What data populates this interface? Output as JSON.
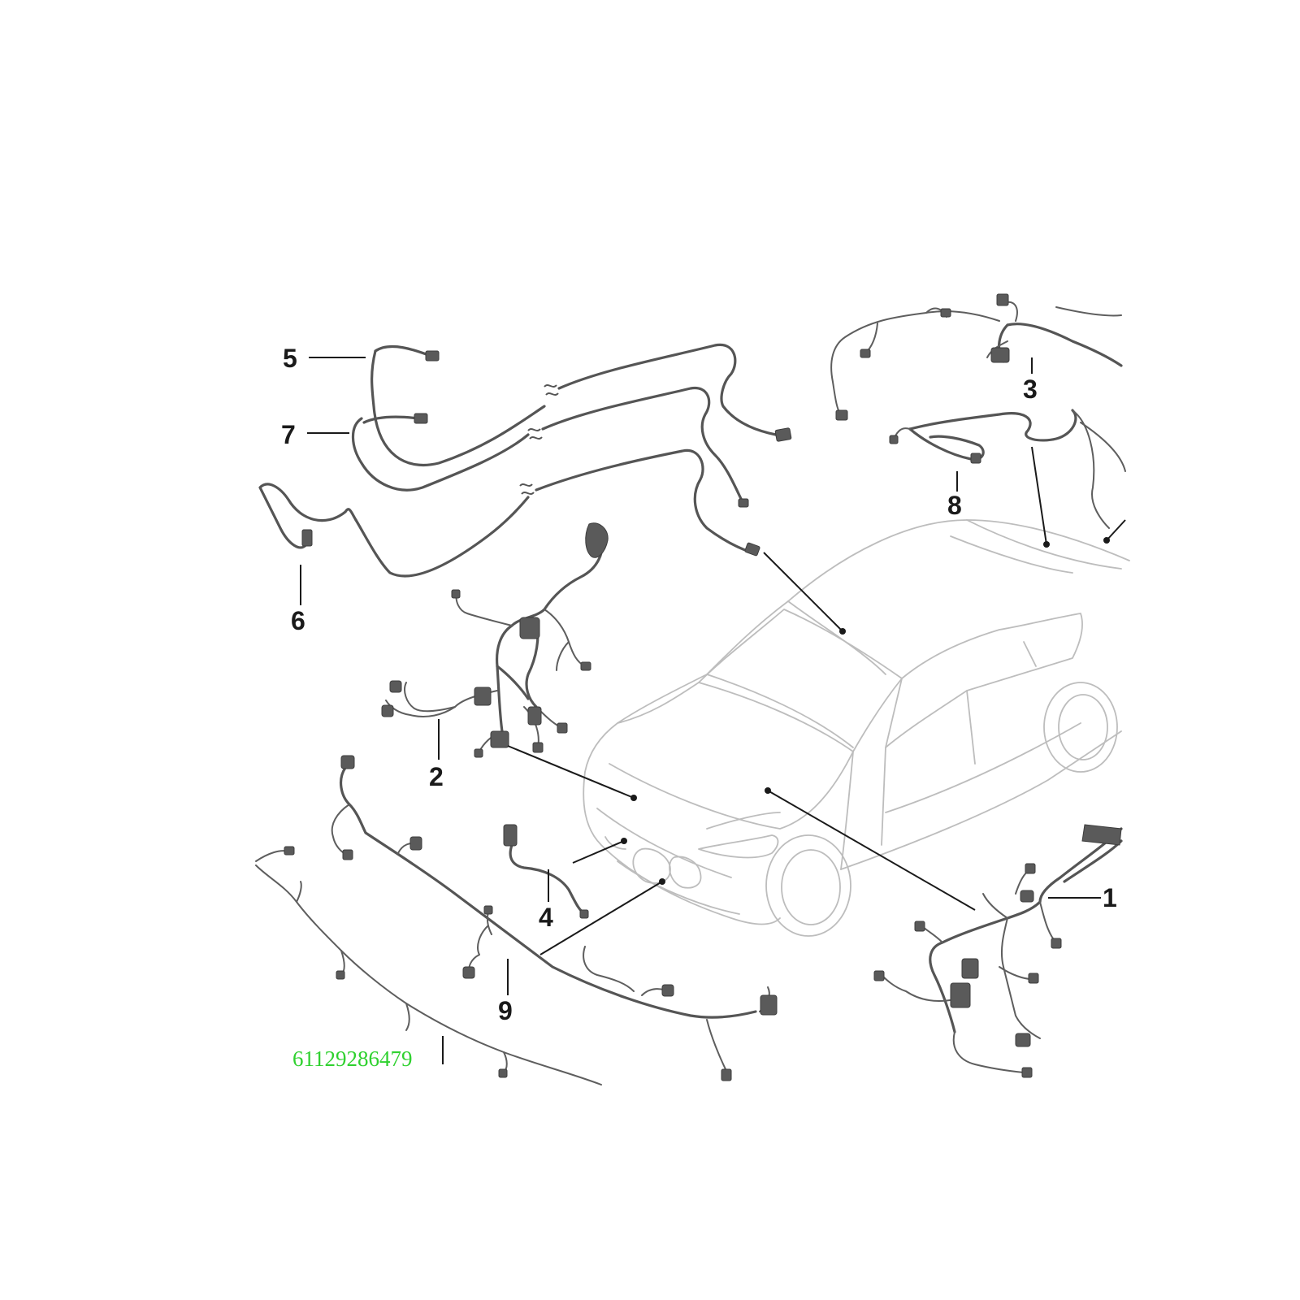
{
  "part_number": "61129286479",
  "callouts": [
    {
      "id": "1",
      "label": "1"
    },
    {
      "id": "2",
      "label": "2"
    },
    {
      "id": "3",
      "label": "3"
    },
    {
      "id": "4",
      "label": "4"
    },
    {
      "id": "5",
      "label": "5"
    },
    {
      "id": "6",
      "label": "6"
    },
    {
      "id": "7",
      "label": "7"
    },
    {
      "id": "8",
      "label": "8"
    },
    {
      "id": "9",
      "label": "9"
    }
  ],
  "colors": {
    "harness": "#555555",
    "car_outline": "#bdbdbd",
    "callout_text": "#1a1a1a",
    "part_number": "#2fd12f"
  }
}
